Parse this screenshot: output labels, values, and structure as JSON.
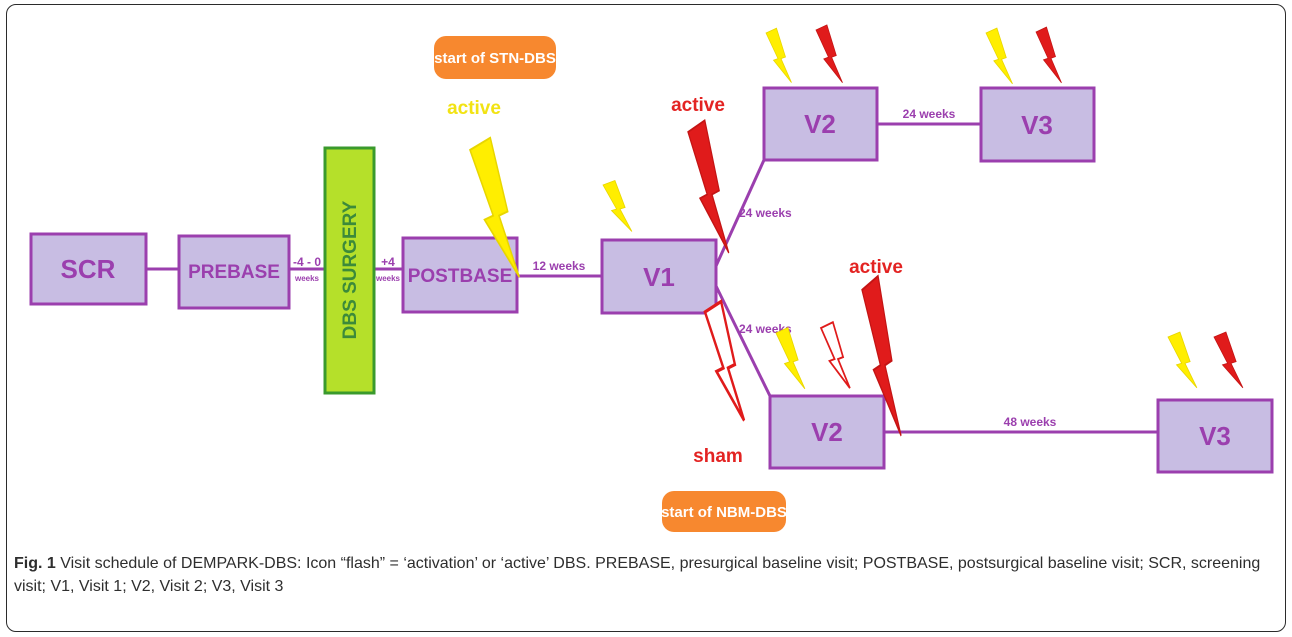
{
  "nodes": {
    "scr": "SCR",
    "prebase": "PREBASE",
    "surgery": "DBS SURGERY",
    "postbase": "POSTBASE",
    "v1": "V1",
    "v2_top": "V2",
    "v3_top": "V3",
    "v2_bottom": "V2",
    "v3_bottom": "V3"
  },
  "edge_labels": {
    "pre_surgery": "-4 - 0",
    "pre_surgery_unit": "weeks",
    "post_surgery": "+4",
    "post_surgery_unit": "weeks",
    "postbase_v1": "12 weeks",
    "v1_v2_top": "24 weeks",
    "v2_v3_top": "24 weeks",
    "v1_v2_bottom": "24 weeks",
    "v2_v3_bottom": "48 weeks"
  },
  "callouts": {
    "start_stn": "start of STN-DBS",
    "start_nbm": "start of NBM-DBS"
  },
  "annotations": {
    "active_yellow": "active",
    "active_red_top": "active",
    "active_red_bottom": "active",
    "sham": "sham"
  },
  "colors": {
    "box_fill": "#c8bde3",
    "box_stroke": "#9b3fae",
    "surgery_fill": "#b5e02a",
    "callout_fill": "#f7882f",
    "bolt_yellow": "#ffee00",
    "bolt_red": "#e01b1b"
  },
  "icons": {
    "flash": "lightning-bolt-icon",
    "sham_flash": "outlined-lightning-bolt-icon"
  },
  "caption": {
    "figure_number": "Fig. 1",
    "text": " Visit schedule of DEMPARK-DBS: Icon “flash” = ‘activation’ or ‘active’ DBS. PREBASE, presurgical baseline visit; POSTBASE, postsurgical baseline visit; SCR, screening visit; V1, Visit 1; V2, Visit 2; V3, Visit 3"
  }
}
